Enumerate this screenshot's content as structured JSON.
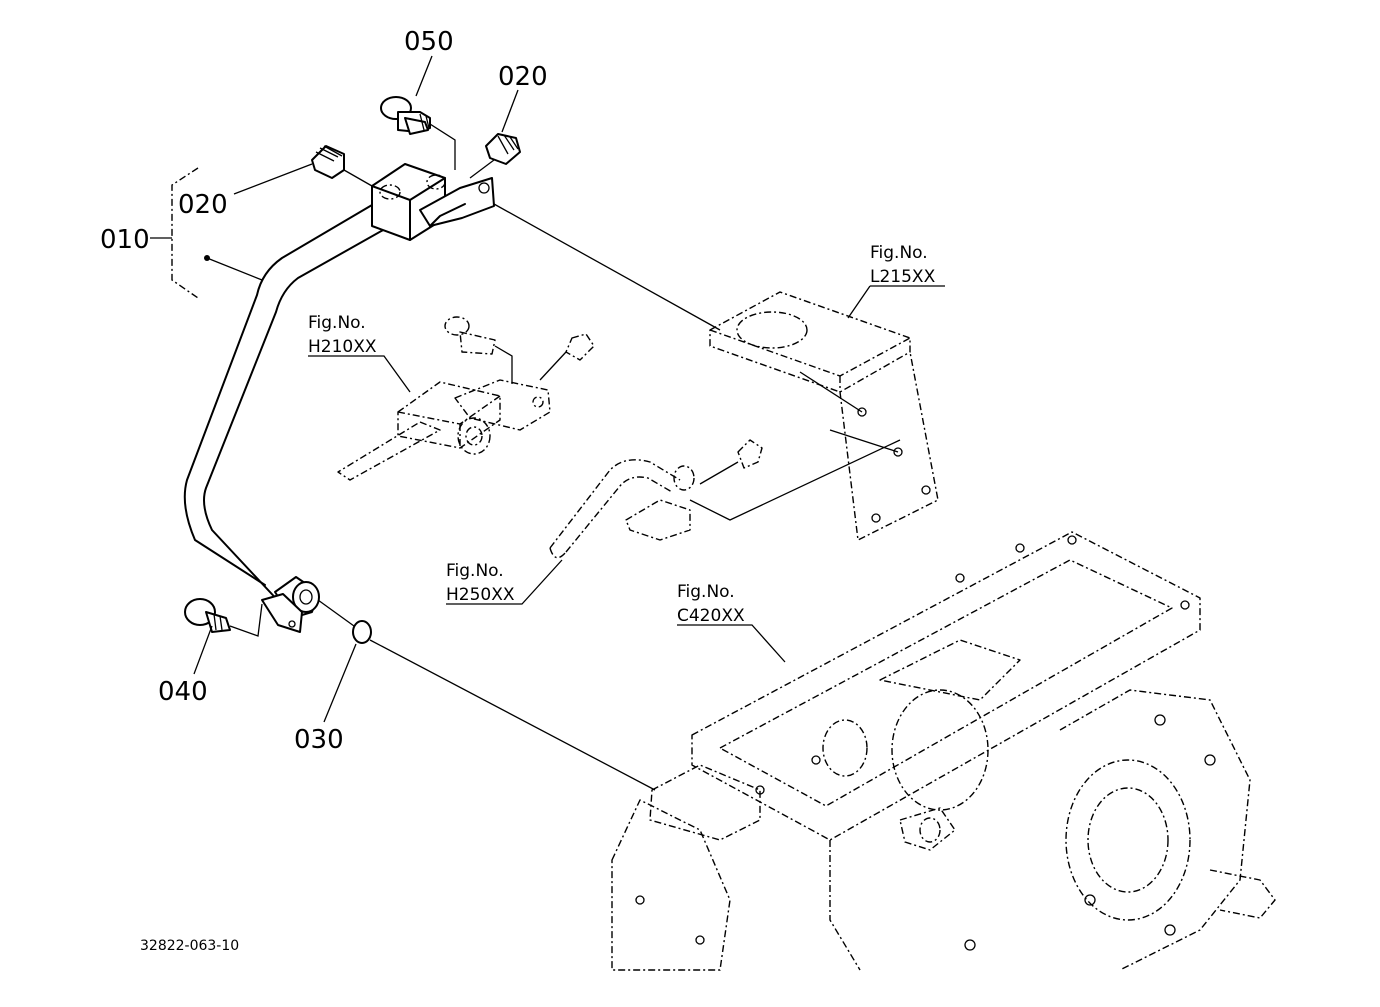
{
  "callouts": {
    "p010": "010",
    "p020_left": "020",
    "p020_top": "020",
    "p030": "030",
    "p040": "040",
    "p050": "050"
  },
  "figure_refs": {
    "l215": {
      "label": "Fig.No.",
      "code": "L215XX"
    },
    "h210": {
      "label": "Fig.No.",
      "code": "H210XX"
    },
    "h250": {
      "label": "Fig.No.",
      "code": "H250XX"
    },
    "c420": {
      "label": "Fig.No.",
      "code": "C420XX"
    }
  },
  "document_number": "32822-063-10"
}
